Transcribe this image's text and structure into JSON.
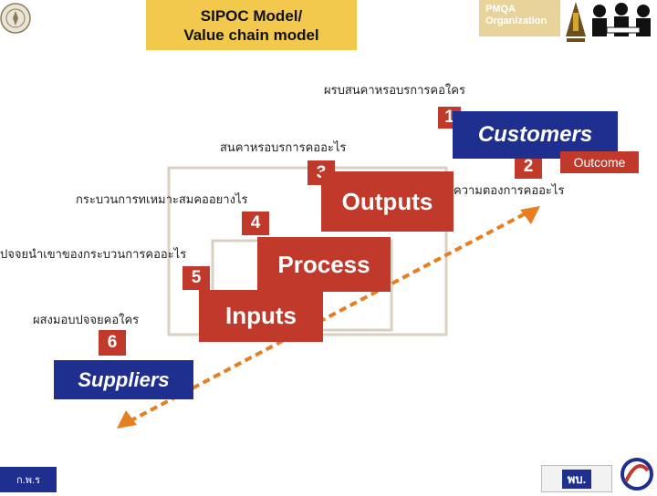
{
  "header": {
    "title_line1": "SIPOC Model/",
    "title_line2": "Value chain model",
    "pmqa_line1": "PMQA",
    "pmqa_line2": "Organization"
  },
  "labels": {
    "who_customer": "ผรบสนคาหรอบรการคอใคร",
    "what_output": "สนคาหรอบรการคออะไร",
    "how_process": "กระบวนการทเหมาะสมคออยางไร",
    "what_input": "ปจจยนำเขาของกระบวนการคออะไร",
    "who_supplier": "ผสงมอบปจจยคอใคร",
    "what_need": "ความตองการคออะไร"
  },
  "numbers": {
    "n1": "1",
    "n2": "2",
    "n3": "3",
    "n4": "4",
    "n5": "5",
    "n6": "6"
  },
  "blocks": {
    "customers": "Customers",
    "outcome": "Outcome",
    "outputs": "Outputs",
    "process": "Process",
    "inputs": "Inputs",
    "suppliers": "Suppliers"
  },
  "footer": {
    "left_logo_text": "ก.พ.ร",
    "right_logo_text": "พบ."
  },
  "colors": {
    "accent_red": "#c0392b",
    "title_yellow": "#f2c94c",
    "block_blue": "#1f2f8f",
    "arrow_orange": "#e67e22"
  }
}
